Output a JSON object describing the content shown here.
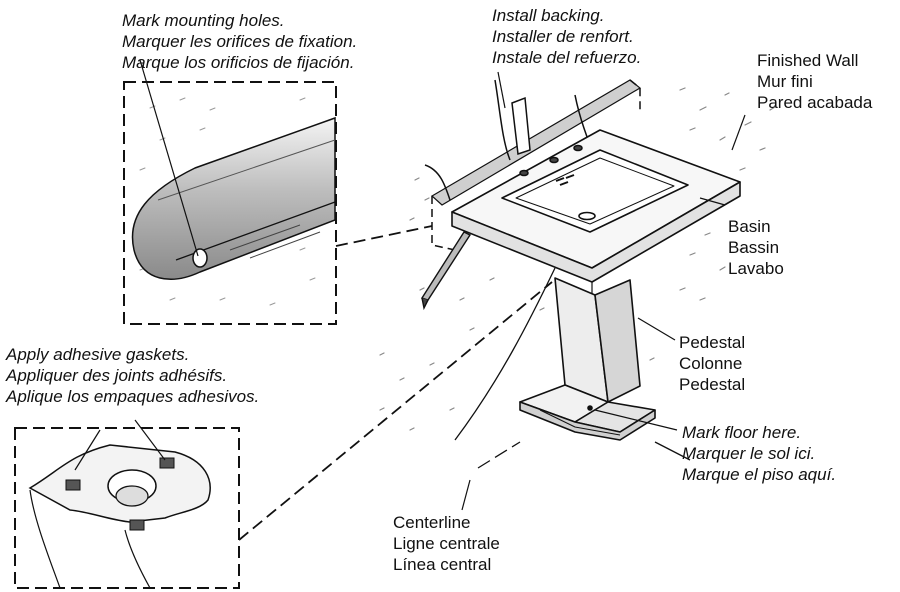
{
  "labels": {
    "mark_holes": [
      "Mark mounting holes.",
      "Marquer les orifices de fixation.",
      "Marque los orificios de fijación."
    ],
    "install_backing": [
      "Install backing.",
      "Installer de renfort.",
      "Instale del refuerzo."
    ],
    "finished_wall": [
      "Finished Wall",
      "Mur fini",
      "Pared acabada"
    ],
    "basin": [
      "Basin",
      "Bassin",
      "Lavabo"
    ],
    "pedestal": [
      "Pedestal",
      "Colonne",
      "Pedestal"
    ],
    "adhesive": [
      "Apply adhesive gaskets.",
      "Appliquer des joints adhésifs.",
      "Aplique los empaques adhesivos."
    ],
    "mark_floor": [
      "Mark floor here.",
      "Marquer le sol ici.",
      "Marque el piso aquí."
    ],
    "centerline": [
      "Centerline",
      "Ligne centrale",
      "Línea central"
    ]
  }
}
